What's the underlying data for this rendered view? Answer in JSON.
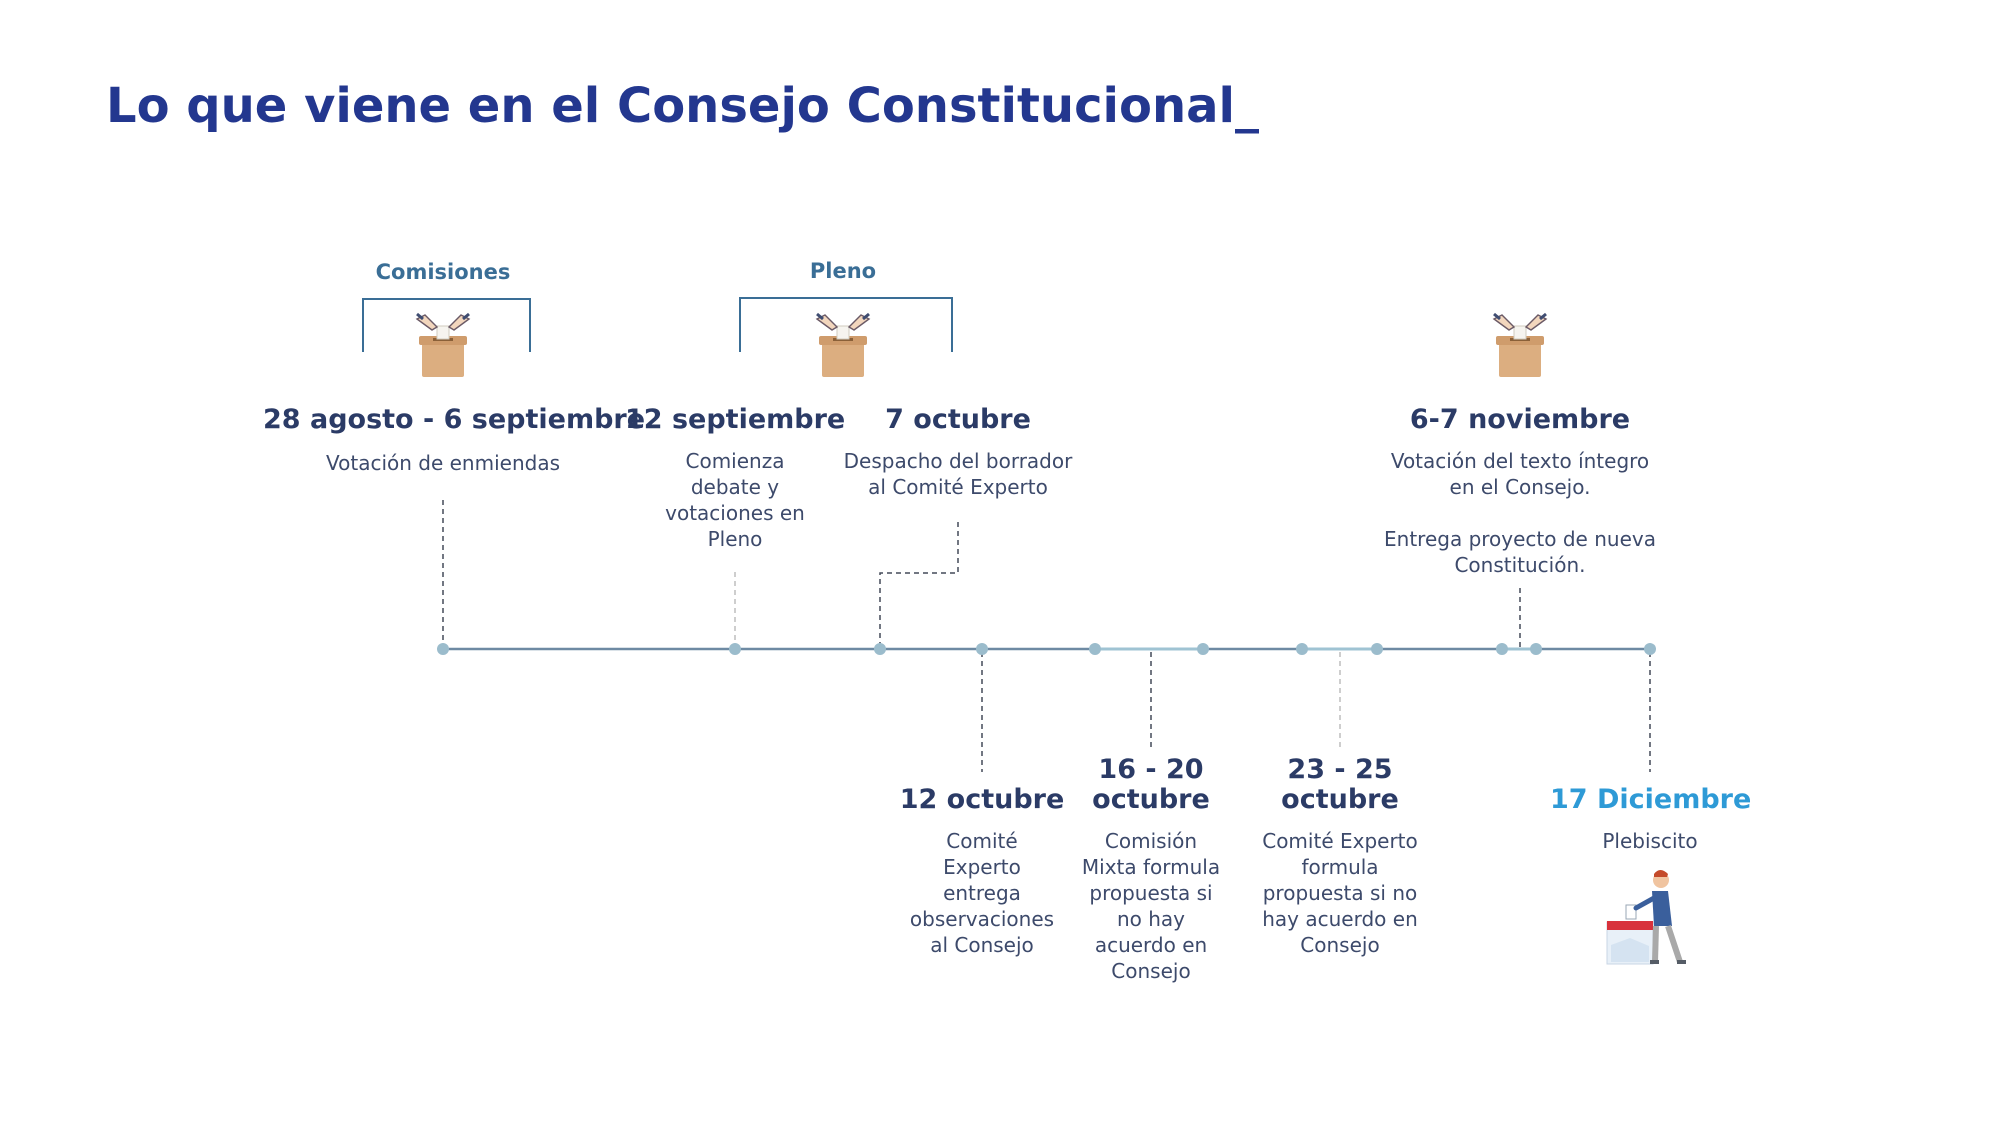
{
  "title": "Lo que viene en el Consejo Constitucional_",
  "colors": {
    "title": "#23378f",
    "date": "#2b3b66",
    "highlight_date": "#2e9ad6",
    "group_label": "#3a6e96",
    "timeline": "#6e8aa3",
    "marker": "#9bbccc"
  },
  "groups": {
    "comisiones": "Comisiones",
    "pleno": "Pleno"
  },
  "icons": {
    "ballot_box": "ballot-box-icon",
    "voter": "voter-ballot-box-icon"
  },
  "events": {
    "e1": {
      "date": "28 agosto - 6 septiembre",
      "desc": "Votación de enmiendas"
    },
    "e2": {
      "date": "12 septiembre",
      "desc": "Comienza\ndebate y\nvotaciones en\nPleno"
    },
    "e3": {
      "date": "7 octubre",
      "desc": "Despacho del borrador\nal Comité Experto"
    },
    "e4": {
      "date": "12 octubre",
      "desc": "Comité\nExperto\nentrega\nobservaciones\nal Consejo"
    },
    "e5": {
      "date_line1": "16 - 20",
      "date_line2": "octubre",
      "desc": "Comisión\nMixta formula\npropuesta si\nno hay\nacuerdo en\nConsejo"
    },
    "e6": {
      "date_line1": "23 - 25",
      "date_line2": "octubre",
      "desc": "Comité Experto\nformula\npropuesta si no\nhay acuerdo en\nConsejo"
    },
    "e7": {
      "date": "6-7 noviembre",
      "desc": "Votación del texto íntegro\nen el Consejo.",
      "desc2": "Entrega proyecto de nueva\nConstitución."
    },
    "e8": {
      "date": "17 Diciembre",
      "desc": "Plebiscito"
    }
  }
}
